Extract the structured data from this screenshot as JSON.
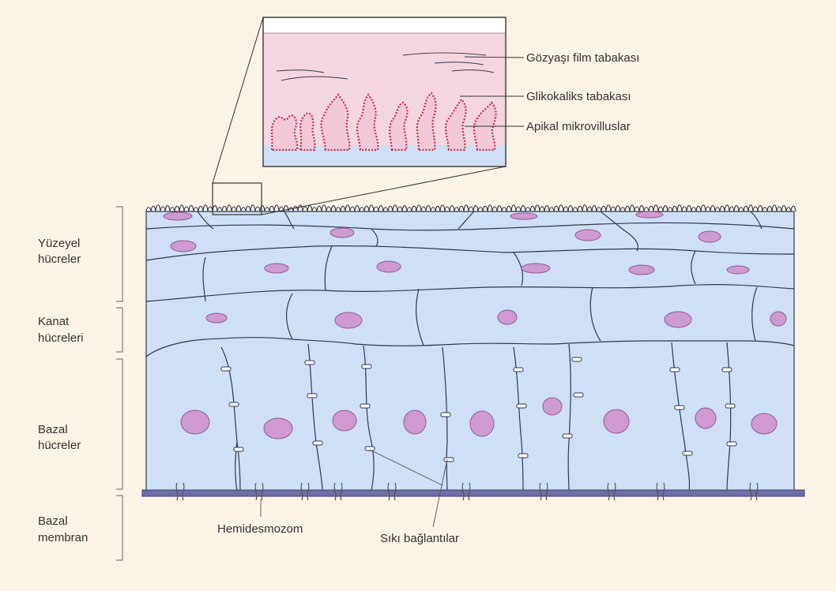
{
  "labels": {
    "layer_superficial": [
      "Yüzeyel",
      "hücreler"
    ],
    "layer_wing": [
      "Kanat",
      "hücreleri"
    ],
    "layer_basal": [
      "Bazal",
      "hücreler"
    ],
    "layer_basement": [
      "Bazal",
      "membran"
    ],
    "tear_film": "Gözyaşı film tabakası",
    "glycocalyx": "Glikokaliks tabakası",
    "microvilli": "Apikal mikrovilluslar",
    "hemidesmosome": "Hemidesmozom",
    "tight_junctions": "Sıkı bağlantılar"
  },
  "colors": {
    "background": "#fbf3e6",
    "cell_fill": "#cfdff5",
    "cell_stroke": "#2f3a52",
    "nucleus_fill": "#cf9ad0",
    "nucleus_stroke": "#8e5e90",
    "tear_film_fill": "#f4d6e0",
    "membrane_fill": "#6e6fa6",
    "microvilli_fill": "#f2c8d8",
    "microvilli_dots": "#c0334a"
  }
}
